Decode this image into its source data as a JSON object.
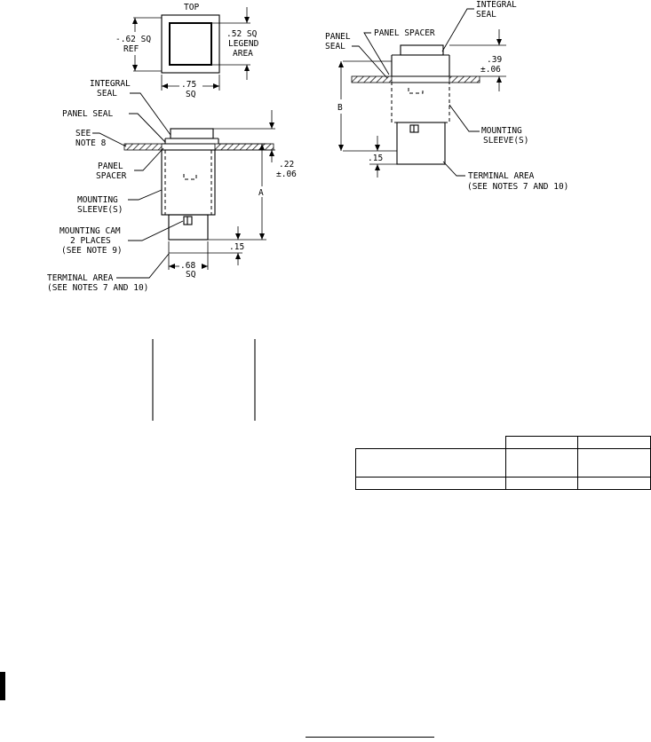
{
  "top_view": {
    "title": "TOP",
    "sq_ref": [
      "-.62 SQ",
      "REF"
    ],
    "legend_area": [
      ".52 SQ",
      "LEGEND",
      "AREA"
    ],
    "width_dim": [
      ".75",
      "SQ"
    ]
  },
  "left_view": {
    "integral_seal": [
      "INTEGRAL",
      "SEAL"
    ],
    "panel_seal": "PANEL SEAL",
    "see_note": [
      "SEE",
      "NOTE 8"
    ],
    "panel_spacer": [
      "PANEL",
      "SPACER"
    ],
    "mounting_sleeve": [
      "MOUNTING",
      "SLEEVE(S)"
    ],
    "mounting_cam": [
      "MOUNTING CAM",
      "2 PLACES",
      "(SEE NOTE 9)"
    ],
    "terminal_area": [
      "TERMINAL AREA",
      "(SEE NOTES 7 AND 10)"
    ],
    "dim_a": "A",
    "dim_22": [
      ".22",
      "±.06"
    ],
    "dim_15": ".15",
    "dim_68": [
      ".68",
      "SQ"
    ]
  },
  "right_view": {
    "integral_seal": [
      "INTEGRAL",
      "SEAL"
    ],
    "panel_spacer": "PANEL SPACER",
    "panel_seal": [
      "PANEL",
      "SEAL"
    ],
    "dim_39": [
      ".39",
      "±.06"
    ],
    "dim_b": "B",
    "mounting_sleeve": [
      "MOUNTING",
      "SLEEVE(S)"
    ],
    "dim_15": ".15",
    "terminal_area": [
      "TERMINAL AREA",
      "(SEE NOTES 7 AND 10)"
    ]
  },
  "dimension_table": {
    "rows": [
      [
        "",
        "",
        ""
      ],
      [
        "",
        "",
        ""
      ],
      [
        "",
        "",
        ""
      ]
    ]
  }
}
